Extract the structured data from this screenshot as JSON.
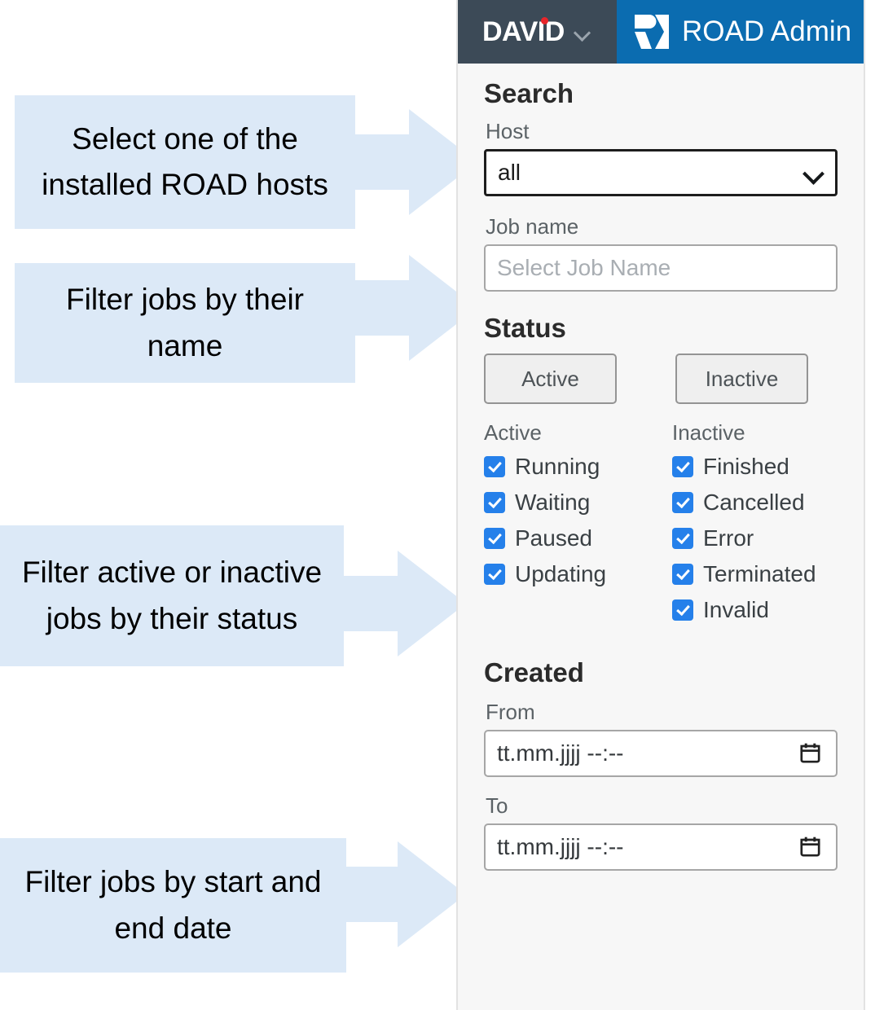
{
  "annotations": [
    {
      "id": "host-callout",
      "text": "Select one of the installed ROAD hosts"
    },
    {
      "id": "jobname-callout",
      "text": "Filter jobs by their name"
    },
    {
      "id": "status-callout",
      "text": "Filter active or inactive jobs by their status"
    },
    {
      "id": "date-callout",
      "text": "Filter jobs by start and end date"
    }
  ],
  "header": {
    "brand": "DAVID",
    "brand_caret_icon": "chevron-down-icon",
    "logo_icon": "road-logo-icon",
    "app_title": "ROAD Admin",
    "brand_bg": "#3c4a57",
    "app_bg": "#0b6cb0",
    "brand_dot_color": "#e8252a"
  },
  "search": {
    "title": "Search",
    "host": {
      "label": "Host",
      "value": "all",
      "caret_icon": "chevron-down-icon"
    },
    "job_name": {
      "label": "Job name",
      "value": "",
      "placeholder": "Select Job Name"
    },
    "status": {
      "title": "Status",
      "buttons": [
        {
          "label": "Active"
        },
        {
          "label": "Inactive"
        }
      ],
      "columns": [
        {
          "heading": "Active",
          "items": [
            {
              "label": "Running",
              "checked": true
            },
            {
              "label": "Waiting",
              "checked": true
            },
            {
              "label": "Paused",
              "checked": true
            },
            {
              "label": "Updating",
              "checked": true
            }
          ]
        },
        {
          "heading": "Inactive",
          "items": [
            {
              "label": "Finished",
              "checked": true
            },
            {
              "label": "Cancelled",
              "checked": true
            },
            {
              "label": "Error",
              "checked": true
            },
            {
              "label": "Terminated",
              "checked": true
            },
            {
              "label": "Invalid",
              "checked": true
            }
          ]
        }
      ]
    },
    "created": {
      "title": "Created",
      "from": {
        "label": "From",
        "value": "tt.mm.jjjj --:--",
        "calendar_icon": "calendar-icon"
      },
      "to": {
        "label": "To",
        "value": "tt.mm.jjjj --:--",
        "calendar_icon": "calendar-icon"
      }
    }
  },
  "colors": {
    "checkbox_blue": "#2580ea",
    "callout_blue": "#dce9f7",
    "panel_bg": "#f7f7f7"
  }
}
